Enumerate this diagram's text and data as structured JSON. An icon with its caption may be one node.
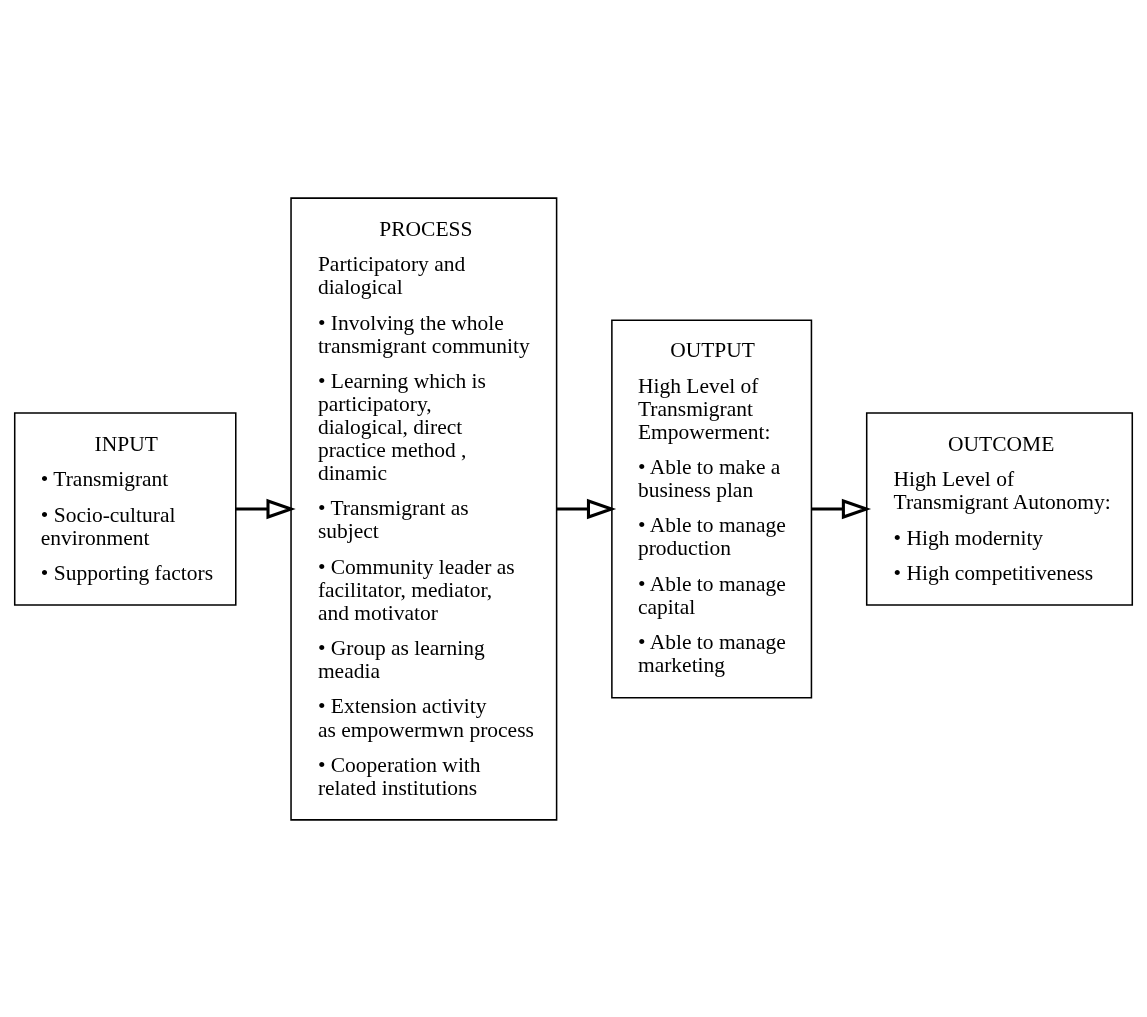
{
  "diagram": {
    "nodes": [
      {
        "text": [
          "INPUT",
          "• Transmigrant",
          "• Socio-cultural environment",
          "• Supporting factors"
        ]
      },
      {
        "text": [
          "PROCESS",
          "Participatory and dialogical",
          "• Involving the whole transmigrant community",
          "• Learning which is participatory, dialogical, direct practice method , dinamic",
          "• Transmigrant as subject",
          "• Community leader as facilitator, mediator, and motivator",
          "• Group as learning meadia",
          "• Extension activity as empowermwn process",
          "• Cooperation with related institutions"
        ]
      },
      {
        "text": [
          "OUTPUT",
          "High Level of Transmigrant Empowerment:",
          "• Able to make a business plan",
          "• Able to manage production",
          "• Able to manage capital",
          "• Able to manage marketing"
        ]
      },
      {
        "text": [
          "OUTCOME",
          "High Level of Transmigrant Autonomy:",
          "• High modernity",
          "• High competitiveness"
        ]
      }
    ],
    "edges": [
      {
        "from": 0,
        "to": 1,
        "arrow": "to"
      },
      {
        "from": 1,
        "to": 2,
        "arrow": "to"
      },
      {
        "from": 2,
        "to": 3,
        "arrow": "to"
      }
    ]
  }
}
